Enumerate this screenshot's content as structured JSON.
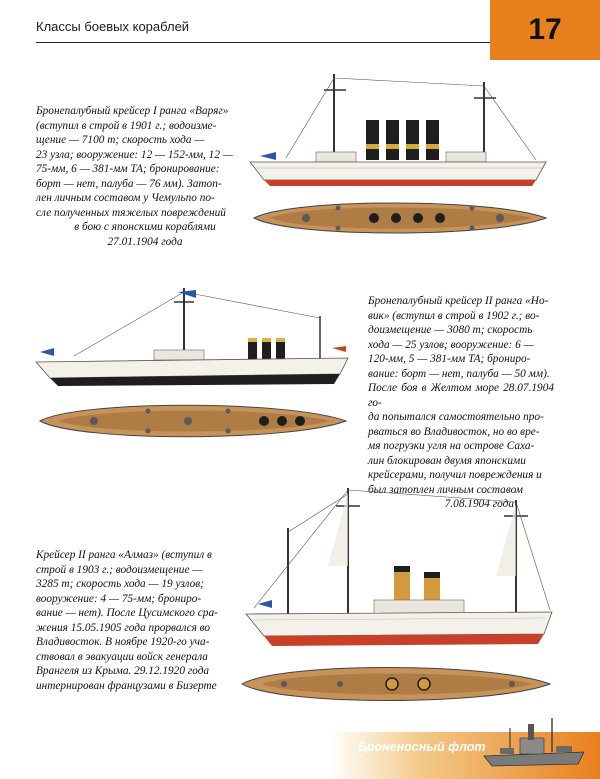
{
  "header": {
    "title": "Классы боевых кораблей",
    "page_number": "17"
  },
  "captions": [
    {
      "lines": [
        "Бронепалубный крейсер I ранга «Варяг»",
        "(вступил в строй в 1901 г.; водоизме-",
        "щение — 7100 т; скорость хода —",
        "23 узла; вооружение: 12 — 152-мм, 12 —",
        "75-мм, 6 — 381-мм ТА; бронирование:",
        "борт — нет, палуба — 76 мм). Затоп-",
        "лен личным составом у Чемульпо по-",
        "сле полученных тяжелых повреждений",
        "в бою с японскими кораблями",
        "27.01.1904 года"
      ]
    },
    {
      "lines": [
        "Бронепалубный крейсер II ранга «Но-",
        "вик» (вступил в строй в 1902 г.; во-",
        "доизмещение — 3080 т; скорость",
        "хода — 25 узлов; вооружение: 6 —",
        "120-мм, 5 — 381-мм ТА; брониро-",
        "вание: борт — нет, палуба — 50 мм).",
        "После боя в Желтом море 28.07.1904 го-",
        "да попытался самостоятельно про-",
        "рваться во Владивосток, но во вре-",
        "мя погрузки угля на острове Саха-",
        "лин блокирован двумя японскими",
        "крейсерами, получил повреждения и",
        "был затоплен личным составом",
        "7.08.1904 года"
      ]
    },
    {
      "lines": [
        "Крейсер II ранга «Алмаз» (вступил в",
        "строй в 1903 г.; водоизмещение —",
        "3285 т; скорость хода — 19 узлов;",
        "вооружение: 4 — 75-мм; брониро-",
        "вание — нет). После Цусимского сра-",
        "жения 15.05.1905 года прорвался во",
        "Владивосток. В ноябре 1920-го уча-",
        "ствовал в эвакуации войск генерала",
        "Врангеля из Крыма. 29.12.1920 года",
        "интернирован французами в Бизерте"
      ]
    }
  ],
  "footer": {
    "text": "Броненосный флот"
  },
  "colors": {
    "accent_orange": "#e8801e",
    "hull_white": "#f4f1ea",
    "hull_red": "#c8402a",
    "deck_wood": "#c8935a",
    "funnel_yellow": "#e0b040"
  }
}
